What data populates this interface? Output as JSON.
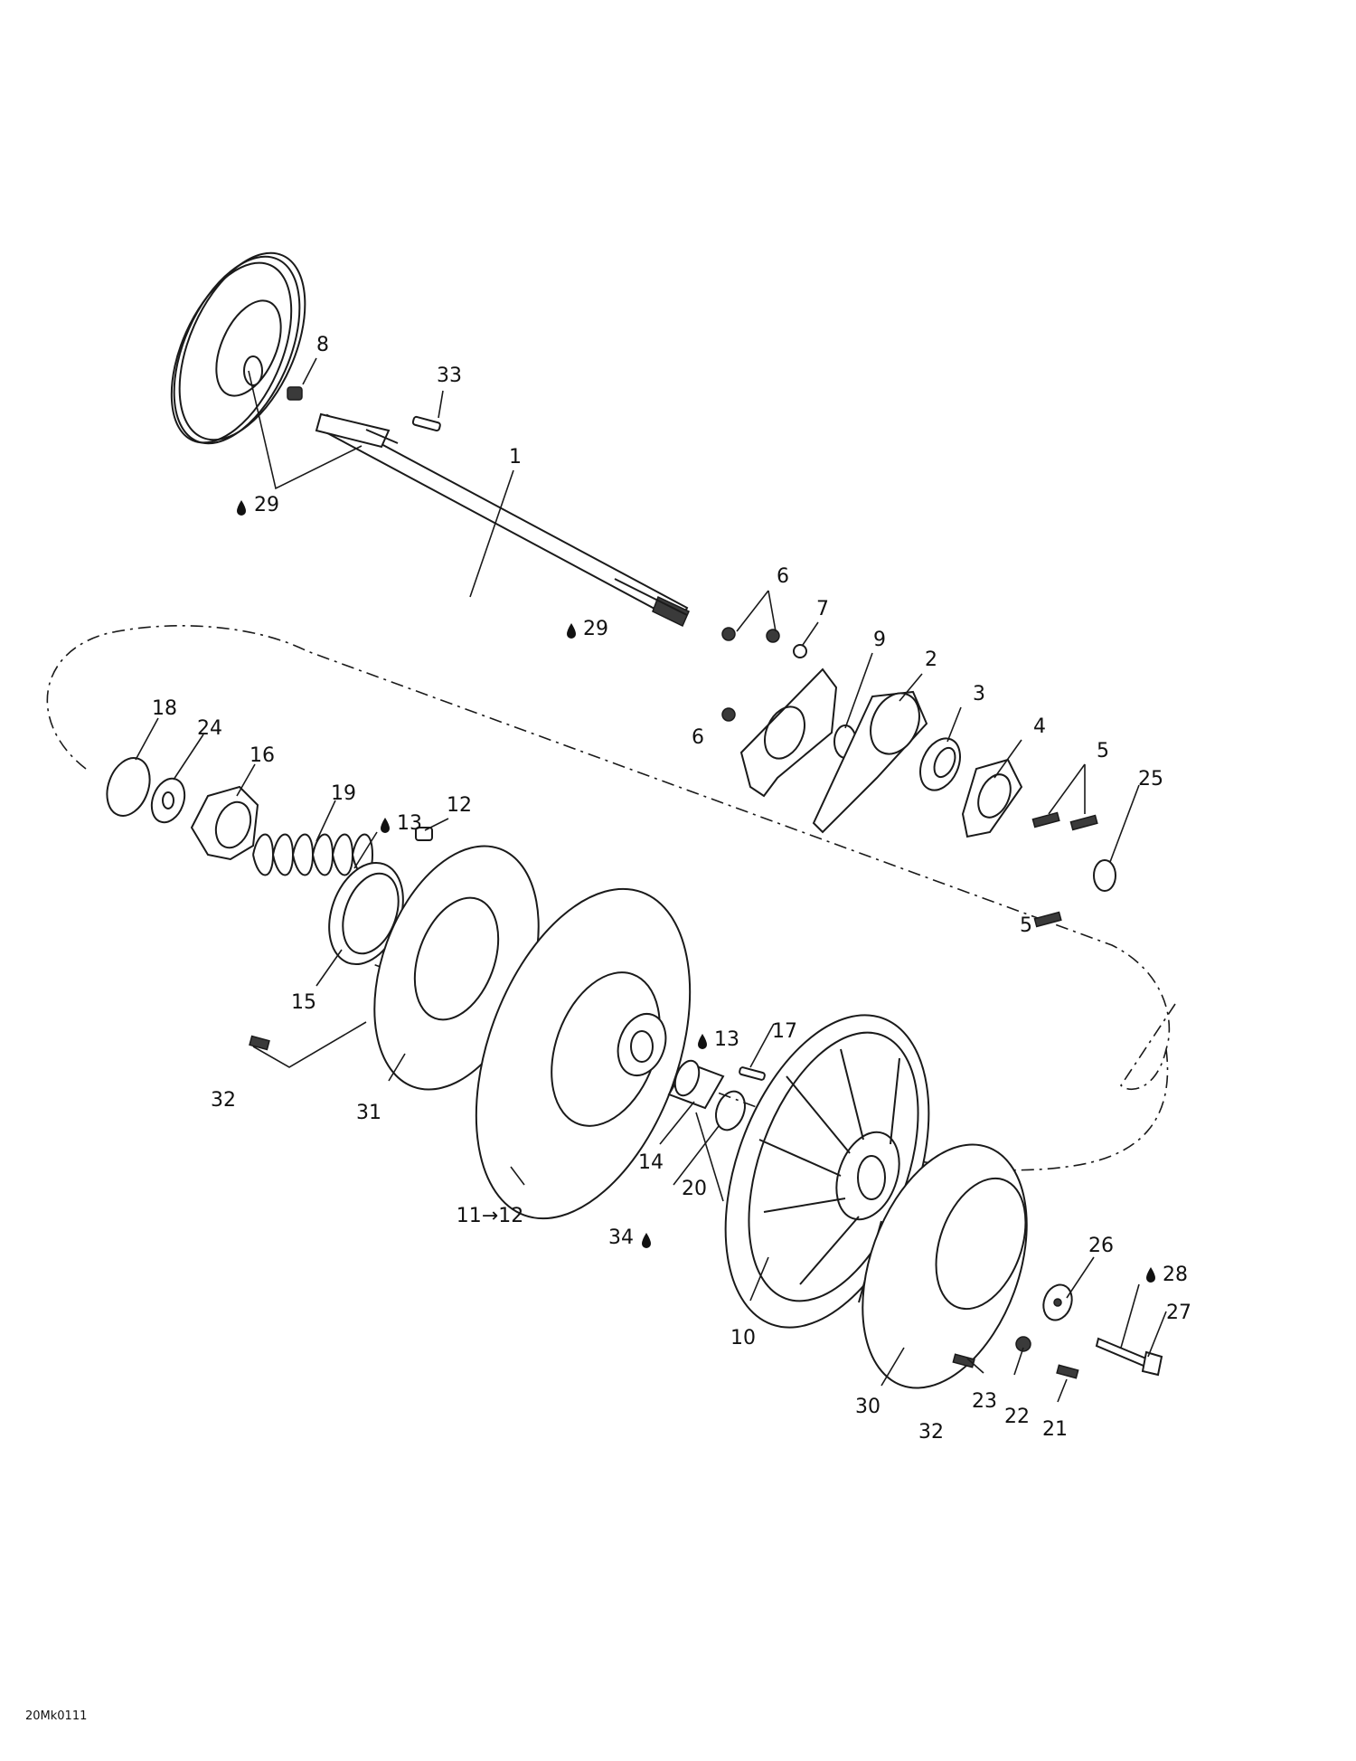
{
  "drawing_code": "20Mk0111",
  "callouts": [
    {
      "id": "c1",
      "text": "1"
    },
    {
      "id": "c2",
      "text": "2"
    },
    {
      "id": "c3",
      "text": "3"
    },
    {
      "id": "c4",
      "text": "4"
    },
    {
      "id": "c5a",
      "text": "5"
    },
    {
      "id": "c5b",
      "text": "5"
    },
    {
      "id": "c6a",
      "text": "6"
    },
    {
      "id": "c6b",
      "text": "6"
    },
    {
      "id": "c7",
      "text": "7"
    },
    {
      "id": "c8",
      "text": "8"
    },
    {
      "id": "c9",
      "text": "9"
    },
    {
      "id": "c10",
      "text": "10"
    },
    {
      "id": "c11",
      "text": "11→12"
    },
    {
      "id": "c12",
      "text": "12"
    },
    {
      "id": "c13a",
      "text": "13"
    },
    {
      "id": "c13b",
      "text": "13"
    },
    {
      "id": "c14",
      "text": "14"
    },
    {
      "id": "c15",
      "text": "15"
    },
    {
      "id": "c16",
      "text": "16"
    },
    {
      "id": "c17",
      "text": "17"
    },
    {
      "id": "c18",
      "text": "18"
    },
    {
      "id": "c19",
      "text": "19"
    },
    {
      "id": "c20",
      "text": "20"
    },
    {
      "id": "c21",
      "text": "21"
    },
    {
      "id": "c22",
      "text": "22"
    },
    {
      "id": "c23",
      "text": "23"
    },
    {
      "id": "c24",
      "text": "24"
    },
    {
      "id": "c25",
      "text": "25"
    },
    {
      "id": "c26",
      "text": "26"
    },
    {
      "id": "c27",
      "text": "27"
    },
    {
      "id": "c28",
      "text": "28"
    },
    {
      "id": "c29a",
      "text": "29"
    },
    {
      "id": "c29b",
      "text": "29"
    },
    {
      "id": "c30",
      "text": "30"
    },
    {
      "id": "c31",
      "text": "31"
    },
    {
      "id": "c32a",
      "text": "32"
    },
    {
      "id": "c32b",
      "text": "32"
    },
    {
      "id": "c33",
      "text": "33"
    },
    {
      "id": "c34",
      "text": "34"
    }
  ]
}
